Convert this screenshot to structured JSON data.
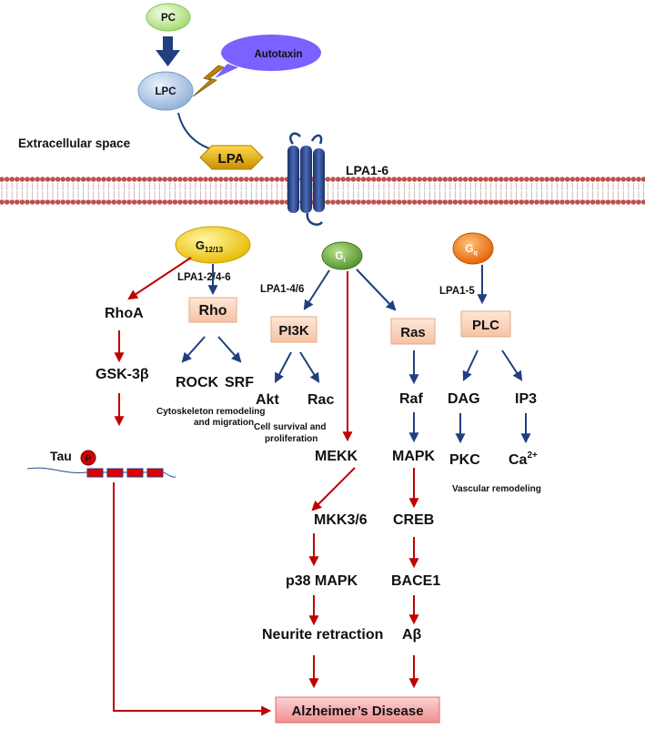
{
  "nodes": {
    "pc": "PC",
    "lpc": "LPC",
    "autotaxin": "Autotaxin",
    "extracellular": "Extracellular space",
    "lpa": "LPA",
    "lpa_receptor": "LPA1-6"
  },
  "g_proteins": {
    "g1213_base": "G",
    "g1213_sub": "12/13",
    "gi_base": "G",
    "gi_sub": "i",
    "gq_base": "G",
    "gq_sub": "q"
  },
  "receptor_labels": {
    "g1213": "LPA1-2/4-6",
    "gi": "LPA1-4/6",
    "gq": "LPA1-5"
  },
  "boxes": {
    "rho": "Rho",
    "pi3k": "PI3K",
    "ras": "Ras",
    "plc": "PLC"
  },
  "labels": {
    "rhoa": "RhoA",
    "gsk3b": "GSK-3β",
    "tau": "Tau",
    "tau_mark": "P",
    "rock": "ROCK",
    "srf": "SRF",
    "cyto_line1": "Cytoskeleton remodeling",
    "cyto_line2": "and migration",
    "akt": "Akt",
    "rac": "Rac",
    "cell_line1": "Cell survival and",
    "cell_line2": "proliferation",
    "mekk": "MEKK",
    "raf": "Raf",
    "mapk": "MAPK",
    "dag": "DAG",
    "ip3": "IP3",
    "pkc": "PKC",
    "ca_base": "Ca",
    "ca_sup": "2+",
    "vascular": "Vascular remodeling",
    "mkk36": "MKK3/6",
    "creb": "CREB",
    "p38": "p38 MAPK",
    "bace1": "BACE1",
    "neurite": "Neurite retraction",
    "abeta": "Aβ"
  },
  "outcome": "Alzheimer’s Disease",
  "colors": {
    "red_arrow": "#c00000",
    "blue_arrow": "#1f3f80",
    "membrane_head": "#c0504d",
    "receptor": "#2e4a8c",
    "box_fill": "#fbd5bf",
    "outcome_fill": "#f7a8a8",
    "autotaxin": "#7b61ff",
    "lpa": "#e0a800"
  }
}
